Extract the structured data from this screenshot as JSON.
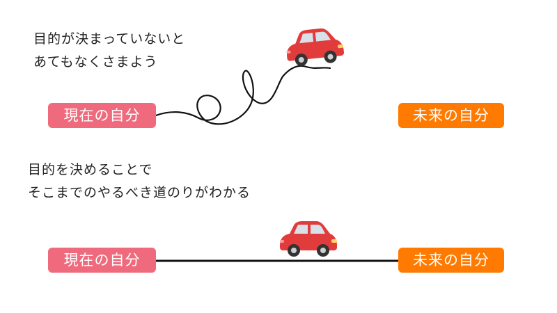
{
  "top": {
    "caption_line1": "目的が決まっていないと",
    "caption_line2": "あてもなくさまよう",
    "current_label": "現在の自分",
    "future_label": "未来の自分"
  },
  "bottom": {
    "caption_line1": "目的を決めることで",
    "caption_line2": "そこまでのやるべき道のりがわかる",
    "current_label": "現在の自分",
    "future_label": "未来の自分"
  },
  "colors": {
    "current_badge": "#ef6a7c",
    "future_badge": "#ff7a00",
    "car_body": "#e23b3b",
    "path_line": "#111111"
  },
  "icons": {
    "vehicle": "car-icon"
  }
}
